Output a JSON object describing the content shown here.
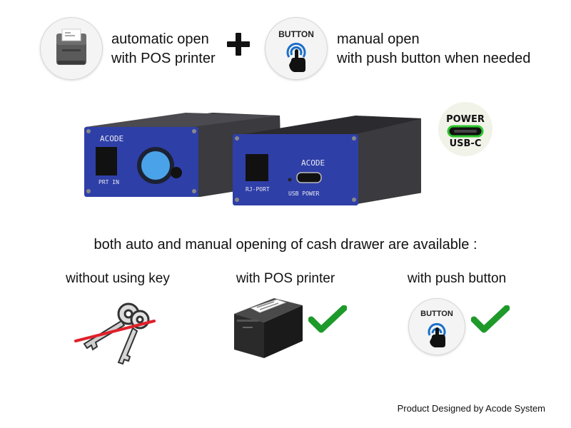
{
  "top": {
    "auto_line1": "automatic open",
    "auto_line2": "with POS printer",
    "manual_line1": "manual open",
    "manual_line2": "with push button when needed",
    "button_badge_label": "BUTTON"
  },
  "device": {
    "left_brand": "ACODE",
    "left_port_label": "PRT IN",
    "right_brand": "ACODE",
    "right_port_label": "RJ-PORT",
    "right_usb_label": "USB POWER",
    "body_color": "#2f3fa8",
    "button_color": "#4aa3e8"
  },
  "power_badge": {
    "line1": "POWER",
    "line2": "USB-C",
    "accent": "#2ec52e"
  },
  "headline": "both auto and manual opening of cash drawer are available :",
  "options": [
    {
      "caption": "without using key",
      "icon": "crossed-keys-icon"
    },
    {
      "caption": "with POS printer",
      "icon": "pos-printer-icon",
      "check": "check-icon"
    },
    {
      "caption": "with push button",
      "icon": "push-button-icon",
      "check": "check-icon",
      "badge_label": "BUTTON"
    }
  ],
  "colors": {
    "check_green": "#1e9a2a",
    "cross_red": "#e0202a"
  },
  "footer": "Product Designed by Acode System"
}
